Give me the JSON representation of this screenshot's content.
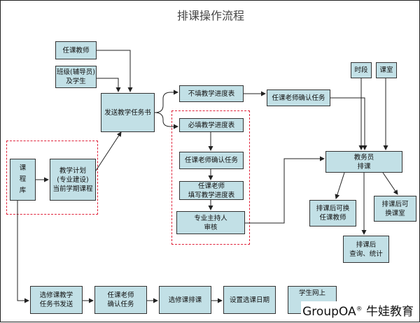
{
  "title": "排课操作流程",
  "nodes": {
    "teacher": "任课教师",
    "class_students": "班级(辅导员)\n及学生",
    "issue_task": "发送教学任务书",
    "no_progress": "不填教学进度表",
    "confirm_task_top": "任课老师确认任务",
    "must_progress": "必填教学进度表",
    "confirm_task_mid": "任课老师确认任务",
    "fill_progress": "任课老师\n填写教学进度表",
    "review": "专业主持人\n审核",
    "course_lib": "课\n程\n库",
    "teaching_plan": "教学计划\n(专业建设)\n当前学期课程",
    "time_slot": "时段",
    "classroom": "课室",
    "scheduler": "教务员\n排课",
    "change_teacher": "排课后可换\n任课教师",
    "change_room": "排课后可\n换课室",
    "query_stats": "排课后\n查询、统计",
    "elective_send": "选修课教学\n任务书发送",
    "elective_confirm": "任课老师\n确认任务",
    "elective_schedule": "选修课排课",
    "set_date": "设置选课日期",
    "last_partial": "学生网上"
  },
  "brand": {
    "name": "GroupOA",
    "mark": "®",
    "suffix": " 牛娃教育"
  }
}
